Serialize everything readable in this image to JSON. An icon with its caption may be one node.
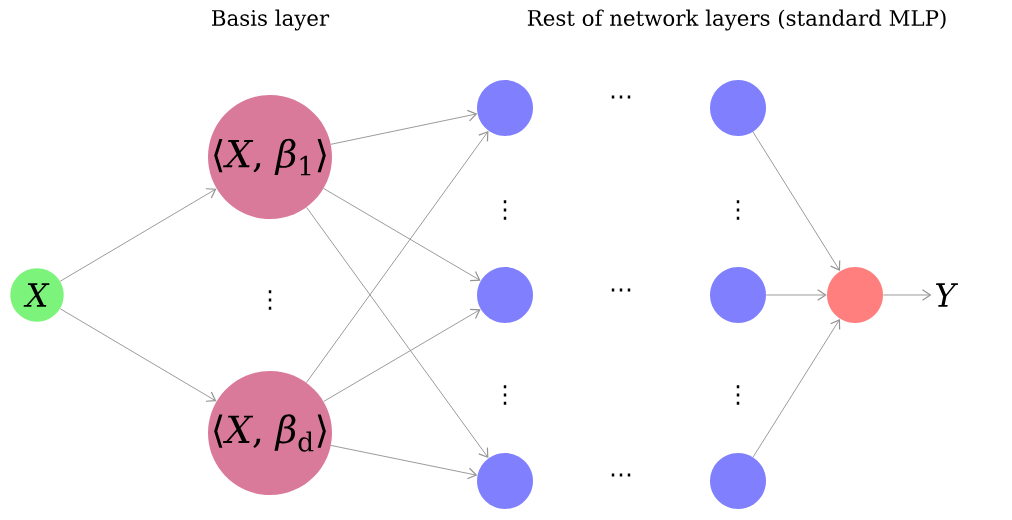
{
  "diagram": {
    "nodes": [
      {
        "text": [
          "X"
        ]
      },
      {
        "text": [
          "⟨*X*, *β*$_{1}$⟩"
        ]
      },
      {
        "text": [
          "⟨*X*, *β*$_{d}$⟩"
        ]
      },
      {
        "text": [],
        "shape": "circle"
      },
      {
        "text": [],
        "shape": "circle"
      },
      {
        "text": [],
        "shape": "circle"
      },
      {
        "text": [],
        "shape": "circle"
      },
      {
        "text": [],
        "shape": "circle"
      },
      {
        "text": [],
        "shape": "circle"
      },
      {
        "text": [],
        "shape": "circle"
      },
      {
        "text": [
          "Y"
        ]
      }
    ],
    "edges": [
      {
        "from": 0,
        "to": 1,
        "arrow": "to"
      },
      {
        "from": 0,
        "to": 2,
        "arrow": "to"
      },
      {
        "from": 1,
        "to": 3,
        "arrow": "to"
      },
      {
        "from": 1,
        "to": 4,
        "arrow": "to"
      },
      {
        "from": 1,
        "to": 5,
        "arrow": "to"
      },
      {
        "from": 2,
        "to": 3,
        "arrow": "to"
      },
      {
        "from": 2,
        "to": 4,
        "arrow": "to"
      },
      {
        "from": 2,
        "to": 5,
        "arrow": "to"
      },
      {
        "from": 6,
        "to": 9,
        "arrow": "to"
      },
      {
        "from": 7,
        "to": 9,
        "arrow": "to"
      },
      {
        "from": 8,
        "to": 9,
        "arrow": "to"
      },
      {
        "from": 9,
        "to": 10,
        "arrow": "to"
      }
    ],
    "labels": [
      "Basis layer",
      "Rest of network layers (standard MLP)",
      "⋯",
      "⋮",
      "⋮",
      "⋮",
      "⋯",
      "⋮",
      "⋮",
      "⋯"
    ]
  }
}
